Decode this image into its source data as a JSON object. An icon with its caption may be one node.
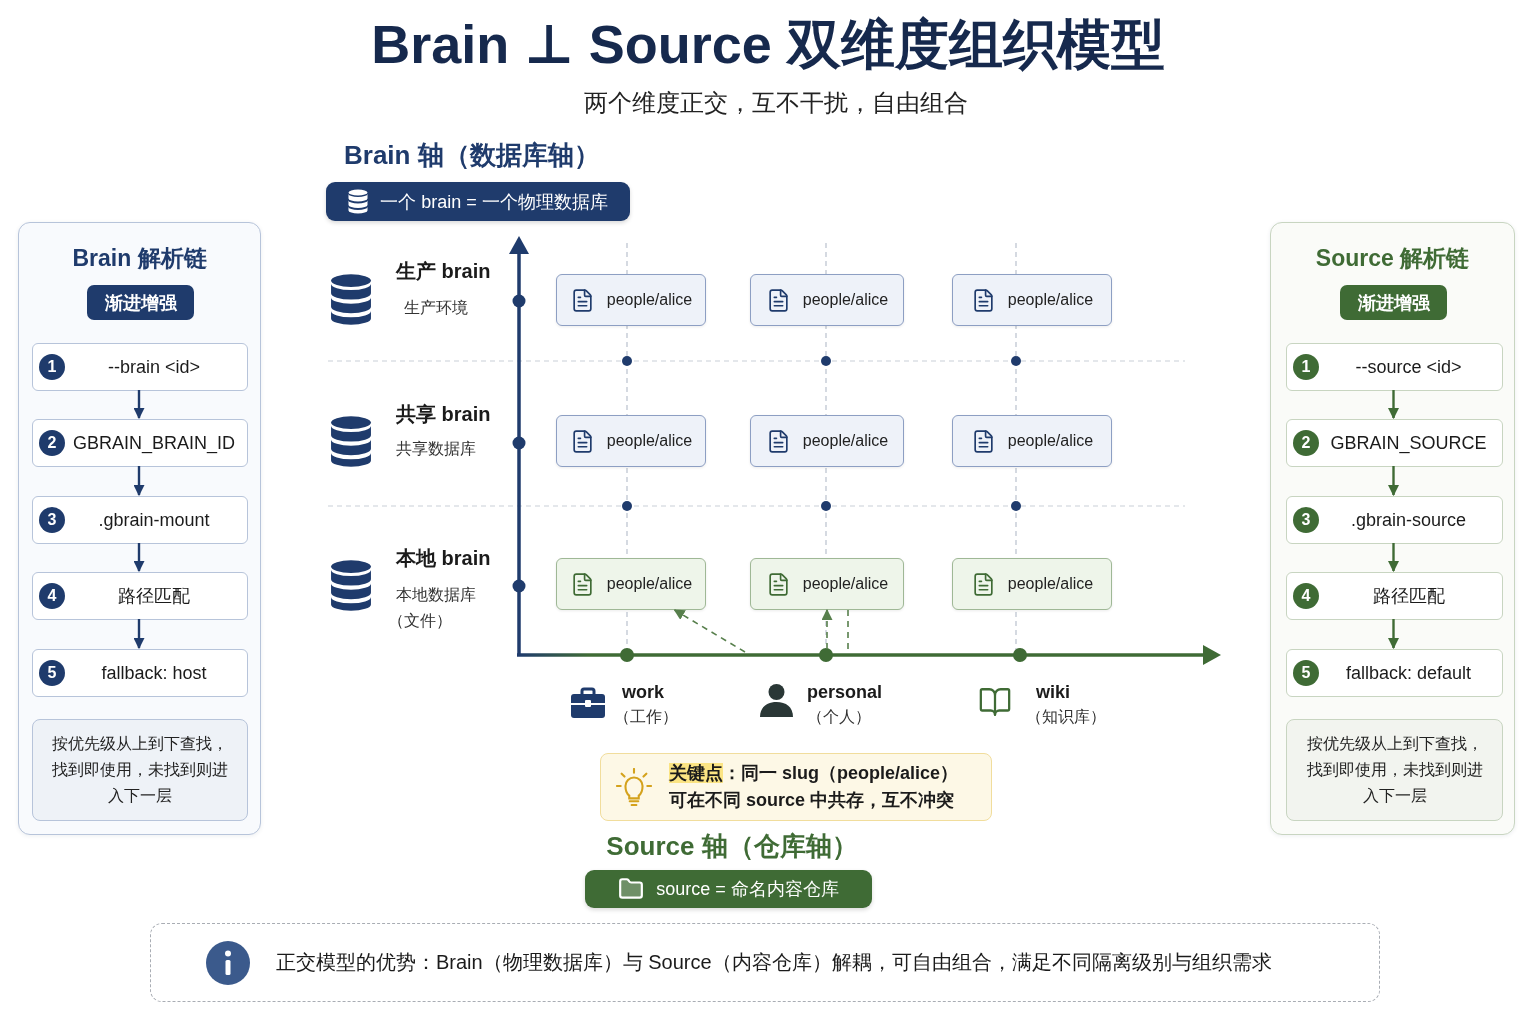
{
  "diagram": {
    "title": "Brain ⊥ Source 双维度组织模型",
    "nodes": [
      {
        "text": [
          "Brain 解析链"
        ]
      },
      {
        "text": [
          "渐进增强"
        ],
        "in": 0
      },
      {
        "text": [
          "1",
          "--brain <id>"
        ],
        "in": 0
      },
      {
        "text": [
          "2",
          "GBRAIN_BRAIN_ID"
        ],
        "in": 0
      },
      {
        "text": [
          "3",
          ".gbrain-mount"
        ],
        "in": 0
      },
      {
        "text": [
          "4",
          "路径匹配"
        ],
        "in": 0
      },
      {
        "text": [
          "5",
          "fallback: host"
        ],
        "in": 0
      },
      {
        "text": [
          "按优先级从上到下查找，找到即使用，未找到则进入下一层"
        ],
        "in": 0
      },
      {
        "text": [
          "一个 brain = 一个物理数据库"
        ],
        "beside": [
          "Brain 轴（数据库轴）"
        ]
      },
      {
        "text": [
          "people/alice"
        ]
      },
      {
        "text": [
          "people/alice"
        ]
      },
      {
        "text": [
          "people/alice"
        ]
      },
      {
        "text": [
          "people/alice"
        ]
      },
      {
        "text": [
          "people/alice"
        ]
      },
      {
        "text": [
          "people/alice"
        ]
      },
      {
        "text": [
          "people/alice"
        ]
      },
      {
        "text": [
          "people/alice"
        ]
      },
      {
        "text": [
          "people/alice"
        ]
      },
      {
        "text": [
          "Source 解析链"
        ]
      },
      {
        "text": [
          "渐进增强"
        ],
        "in": 18
      },
      {
        "text": [
          "1",
          "--source <id>"
        ],
        "in": 18
      },
      {
        "text": [
          "2",
          "GBRAIN_SOURCE"
        ],
        "in": 18
      },
      {
        "text": [
          "3",
          ".gbrain-source"
        ],
        "in": 18
      },
      {
        "text": [
          "4",
          "路径匹配"
        ],
        "in": 18
      },
      {
        "text": [
          "5",
          "fallback: default"
        ],
        "in": 18
      },
      {
        "text": [
          "按优先级从上到下查找，找到即使用，未找到则进入下一层"
        ],
        "in": 18
      },
      {
        "text": [
          "**关键点**：同一 slug（people/alice）可在不同 source 中共存，互不冲突"
        ]
      },
      {
        "text": [
          "source = 命名内容仓库"
        ],
        "beside": [
          "Source 轴（仓库轴）"
        ]
      },
      {
        "text": [
          "正交模型的优势：Brain（物理数据库）与 Source（内容仓库）解耦，可自由组合，满足不同隔离级别与组织需求"
        ]
      }
    ],
    "edges": [
      {
        "from": 2,
        "to": 3,
        "arrow": "to",
        "color": "#1f3b6c"
      },
      {
        "from": 3,
        "to": 4,
        "arrow": "to",
        "color": "#1f3b6c"
      },
      {
        "from": 4,
        "to": 5,
        "arrow": "to",
        "color": "#1f3b6c"
      },
      {
        "from": 5,
        "to": 6,
        "arrow": "to",
        "color": "#1f3b6c"
      },
      {
        "from": 20,
        "to": 21,
        "arrow": "to",
        "color": "#3f6b35"
      },
      {
        "from": 21,
        "to": 22,
        "arrow": "to",
        "color": "#3f6b35"
      },
      {
        "from": 22,
        "to": 23,
        "arrow": "to",
        "color": "#3f6b35"
      },
      {
        "from": 23,
        "to": 24,
        "arrow": "to",
        "color": "#3f6b35"
      },
      {
        "from": null,
        "to": 15,
        "arrow": "to",
        "style": "dashed",
        "color": "#577f4c"
      },
      {
        "from": null,
        "to": 16,
        "arrow": "to",
        "style": "dashed",
        "color": "#577f4c"
      },
      {
        "from": 16,
        "to": null,
        "arrow": "none",
        "style": "dashed",
        "color": "#577f4c"
      }
    ],
    "labels": [
      "两个维度正交，互不干扰，自由组合",
      "生产 brain",
      "生产环境",
      "共享 brain",
      "共享数据库",
      "本地 brain",
      "本地数据库",
      "（文件）",
      "work",
      "（工作）",
      "personal",
      "（个人）",
      "wiki",
      "（知识库）"
    ]
  }
}
